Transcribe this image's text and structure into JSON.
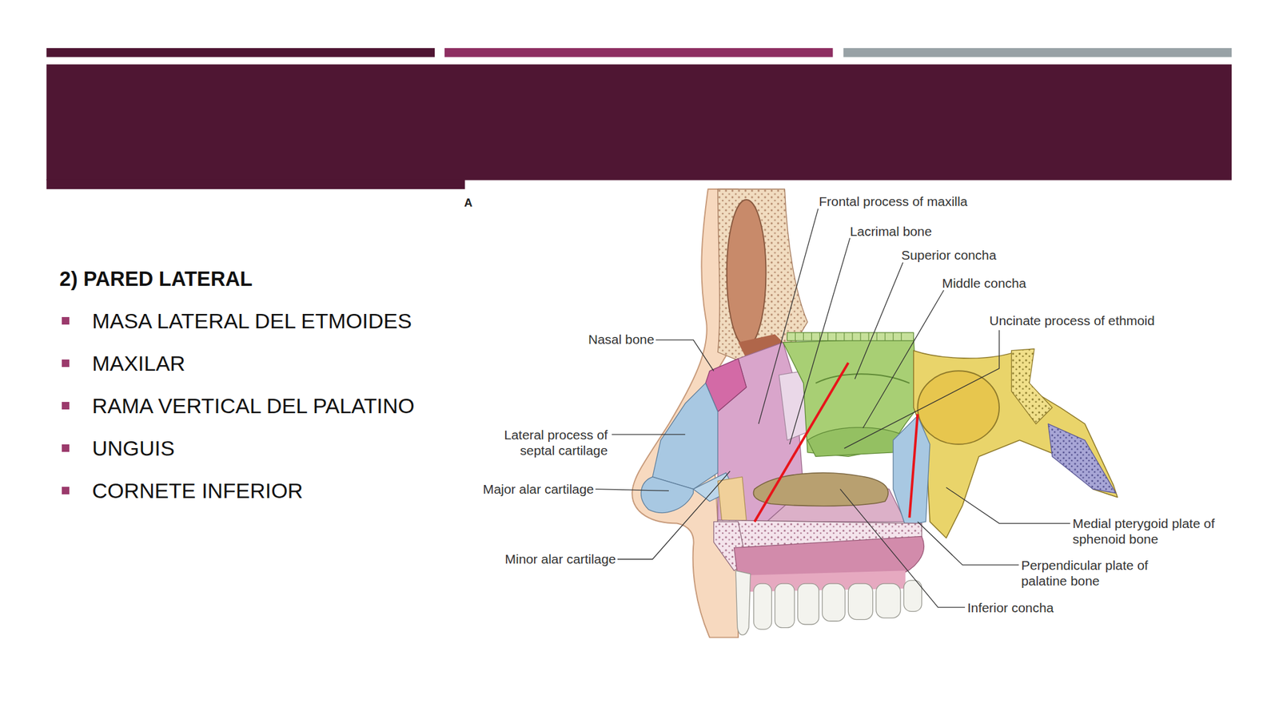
{
  "diagram": {
    "labels": [
      "2) PARED LATERAL",
      "MASA LATERAL DEL ETMOIDES",
      "MAXILAR",
      "RAMA VERTICAL DEL PALATINO",
      "UNGUIS",
      "CORNETE INFERIOR",
      "A",
      "Frontal process of maxilla",
      "Lacrimal bone",
      "Superior concha",
      "Middle concha",
      "Uncinate process of ethmoid",
      "Nasal bone",
      "Lateral process of septal cartilage",
      "Major alar cartilage",
      "Minor alar cartilage",
      "Medial pterygoid plate of sphenoid bone",
      "Perpendicular plate of palatine bone",
      "Inferior concha"
    ]
  }
}
